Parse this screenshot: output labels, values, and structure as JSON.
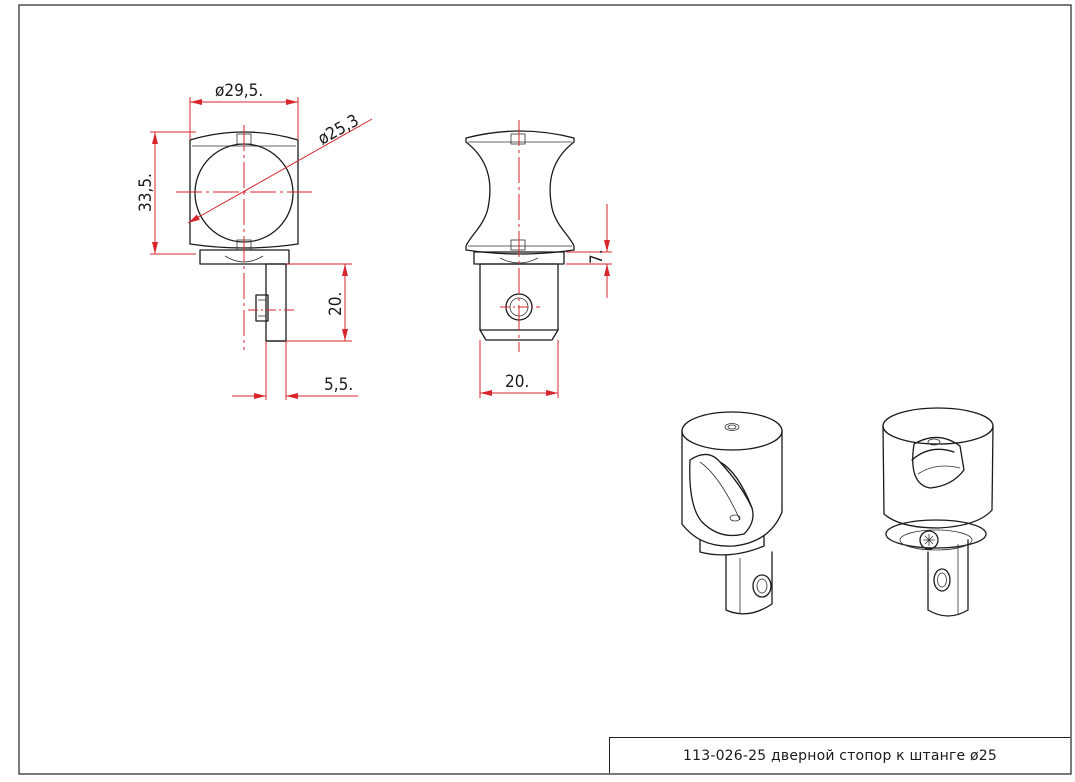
{
  "drawing": {
    "title": "113-026-25  дверной стопор к штанге ø25",
    "dimensions": {
      "front_width": "ø29,5.",
      "ball_diameter": "ø25,3",
      "height": "33,5.",
      "pin_length": "20.",
      "pin_offset": "5,5.",
      "base_width": "20.",
      "collar_height": "7."
    }
  }
}
